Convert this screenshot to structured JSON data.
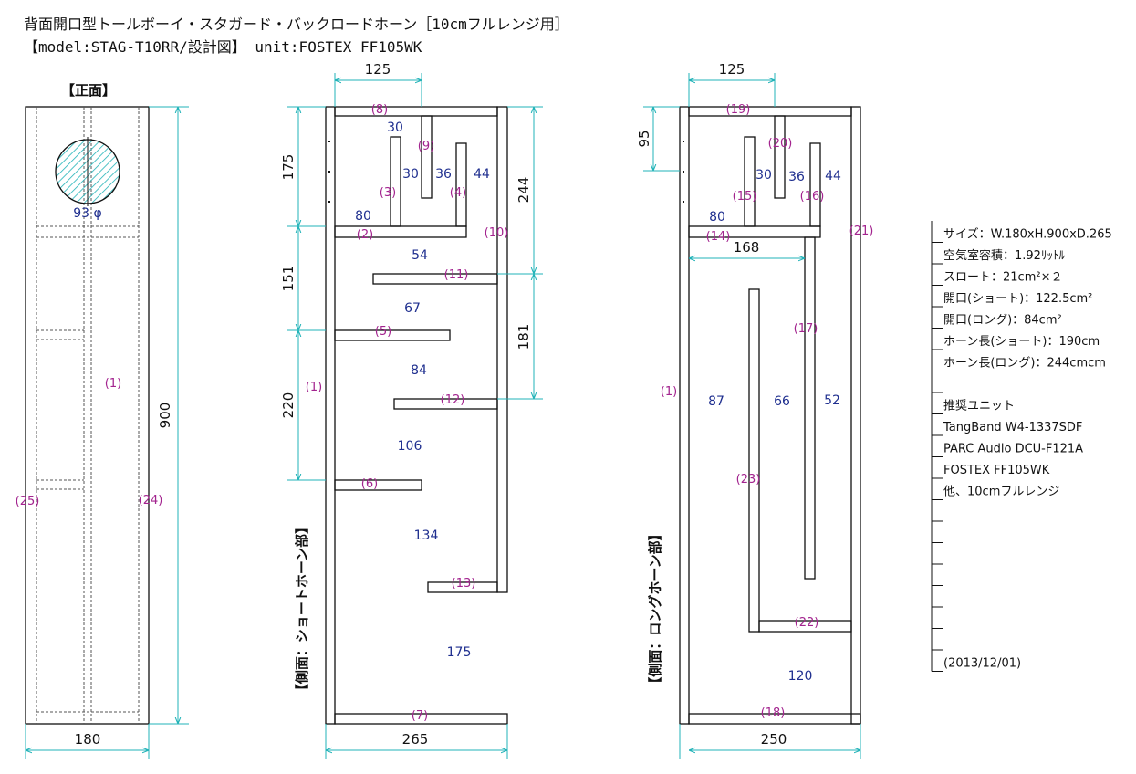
{
  "header": {
    "title": "背面開口型トールボーイ・スタガード・バックロードホーン［10cmフルレンジ用］",
    "subtitle": "【model:STAG-T10RR/設計図】 unit:FOSTEX FF105WK"
  },
  "front": {
    "label": "【正面】",
    "hole": "93 φ",
    "part_center": "(1)",
    "part_left": "(25)",
    "part_right": "(24)",
    "dim_height": "900",
    "dim_width": "180"
  },
  "short_side": {
    "label": "【側面：ショートホーン部】",
    "dims": {
      "top_width": "125",
      "left": [
        "175",
        "151",
        "220"
      ],
      "right": [
        "244",
        "181"
      ],
      "bottom_width": "265"
    },
    "parts": {
      "p8": "(8)",
      "p9": "(9)",
      "p3": "(3)",
      "p4": "(4)",
      "p2": "(2)",
      "p10": "(10)",
      "p11": "(11)",
      "p5": "(5)",
      "p12": "(12)",
      "p6": "(6)",
      "p13": "(13)",
      "p7": "(7)",
      "p1": "(1)"
    },
    "areas": {
      "a30a": "30",
      "a30b": "30",
      "a36": "36",
      "a44": "44",
      "a80": "80",
      "a54": "54",
      "a67": "67",
      "a84": "84",
      "a106": "106",
      "a134": "134",
      "a175": "175"
    }
  },
  "long_side": {
    "label": "【側面：ロングホーン部】",
    "dims": {
      "top_width": "125",
      "top_left": "95",
      "inner": "168",
      "bottom_width": "250"
    },
    "parts": {
      "p19": "(19)",
      "p20": "(20)",
      "p15": "(15)",
      "p16": "(16)",
      "p14": "(14)",
      "p21": "(21)",
      "p17": "(17)",
      "p23": "(23)",
      "p22": "(22)",
      "p18": "(18)",
      "p1": "(1)"
    },
    "areas": {
      "a30": "30",
      "a36": "36",
      "a44": "44",
      "a80": "80",
      "a87": "87",
      "a66": "66",
      "a52": "52",
      "a120": "120"
    }
  },
  "spec": {
    "lines": [
      "サイズ：W.180xH.900xD.265",
      "空気室容積：1.92ﾘｯﾄﾙ",
      "スロート：21cm²×２",
      "開口(ショート)：122.5cm²",
      "開口(ロング)：84cm²",
      "ホーン長(ショート)：190cm",
      "ホーン長(ロング)：244cmcm",
      "",
      "推奨ユニット",
      "TangBand W4-1337SDF",
      "PARC Audio DCU-F121A",
      "FOSTEX FF105WK",
      "他、10cmフルレンジ",
      "",
      "",
      "",
      "",
      "",
      "",
      "",
      "(2013/12/01)"
    ]
  },
  "colors": {
    "line": "#111111",
    "dimension": "#22b3b8",
    "part_label": "#a3248f",
    "area_label": "#1f2f8f",
    "hatch": "#22b3b8"
  }
}
